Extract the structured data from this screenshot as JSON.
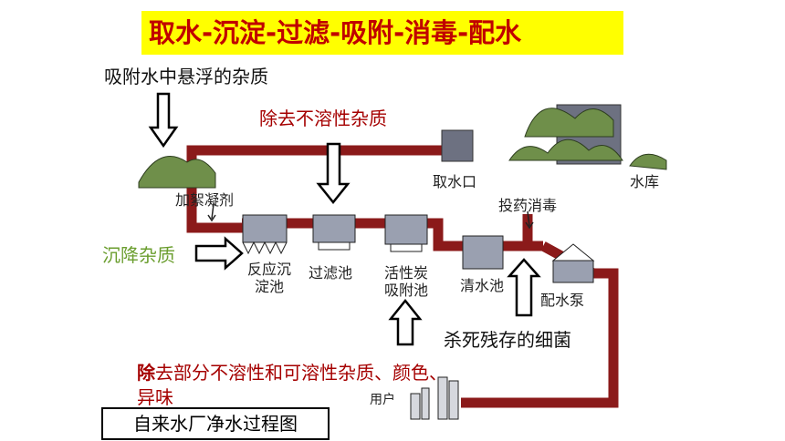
{
  "title": "取水-沉淀-过滤-吸附-消毒-配水",
  "caption": "自来水厂净水过程图",
  "notes": {
    "adsorb_suspended": "吸附水中悬浮的杂质",
    "remove_insoluble": "除去不溶性杂质",
    "settle_impurities": "沉降杂质",
    "kill_bacteria": "杀死残存的细菌",
    "remove_partial_first": "除",
    "remove_partial_rest": "去部分不溶性和可溶性杂质、颜色、",
    "remove_partial_line2": "异味"
  },
  "labels": {
    "intake": "取水口",
    "reservoir": "水库",
    "coagulant": "加絮凝剂",
    "disinfect": "投药消毒",
    "sedimentation_l1": "反应沉",
    "sedimentation_l2": "淀池",
    "filter": "过滤池",
    "carbon_l1": "活性炭",
    "carbon_l2": "吸附池",
    "clear_water": "清水池",
    "pump": "配水泵",
    "user": "用户"
  },
  "colors": {
    "pipe": "#8b1a1a",
    "title_bg": "#ffff00",
    "title_text": "#c00000",
    "tank": "#8a8fa0",
    "hill": "#6f8f4a"
  }
}
